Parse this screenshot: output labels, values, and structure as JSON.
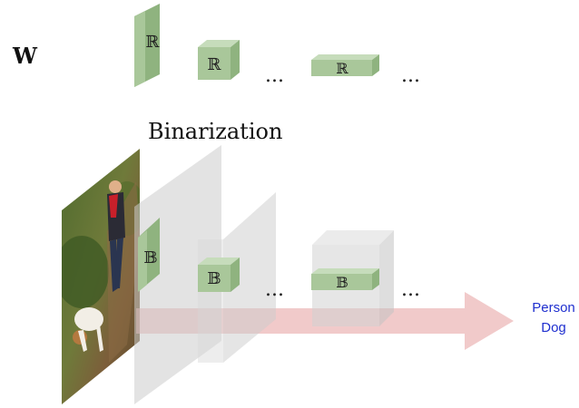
{
  "weights": {
    "label": "W",
    "block_symbol": "ℝ",
    "ellipsis": "..."
  },
  "binarization": {
    "title": "Binarization",
    "block_symbol": "𝔹",
    "ellipsis": "..."
  },
  "output": {
    "classes": [
      "Person",
      "Dog"
    ]
  },
  "colors": {
    "block_front": "#a9c79a",
    "block_top": "#c6dcbb",
    "block_side": "#8fb37f",
    "plane": "#d5d5d5",
    "arrow": "#e8a6a6",
    "output_text": "#1f2fcf"
  }
}
